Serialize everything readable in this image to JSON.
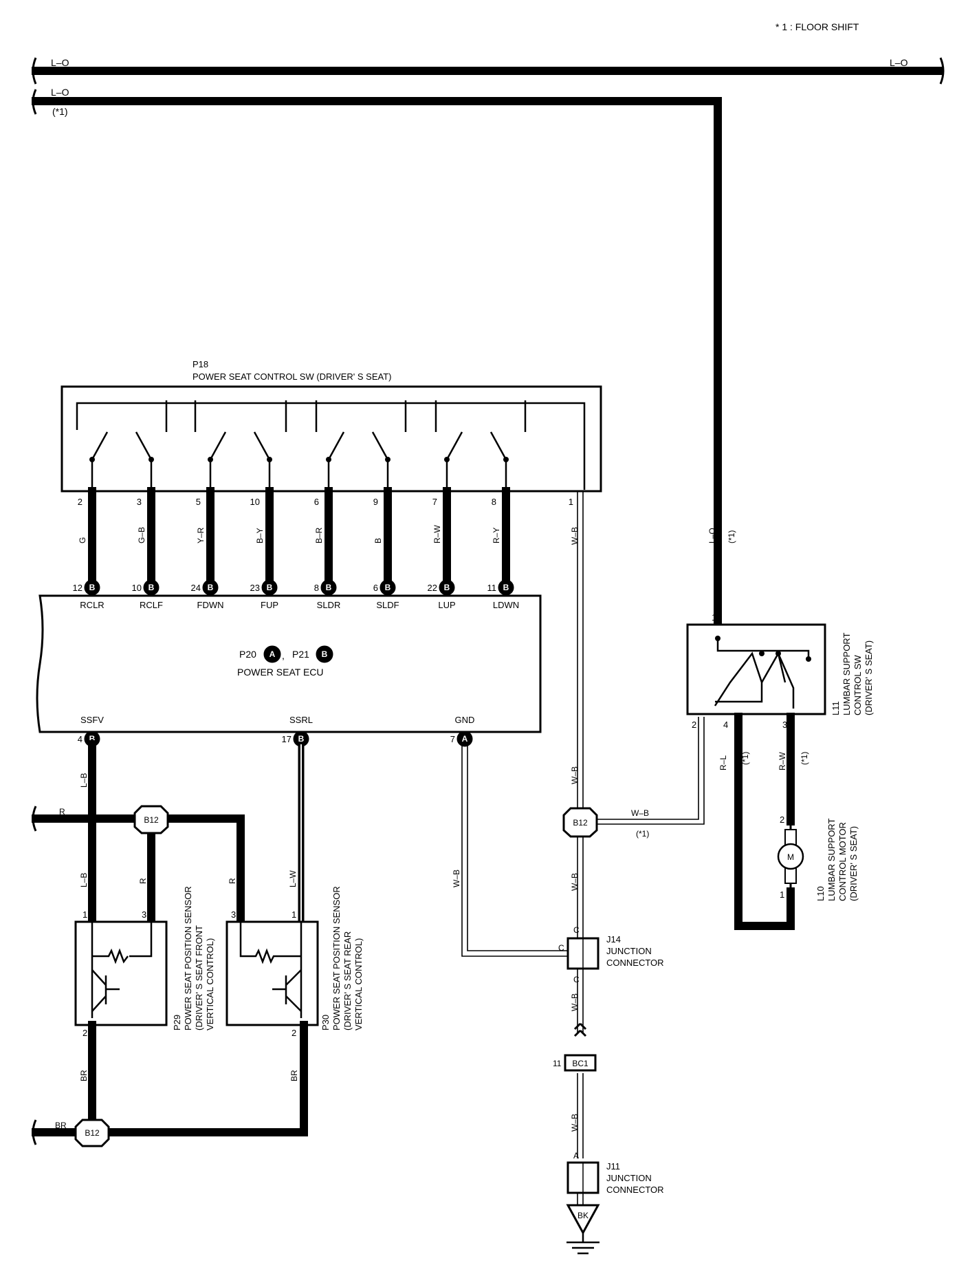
{
  "footnote": "* 1 : FLOOR SHIFT",
  "wires_top": {
    "lo_left": "L–O",
    "lo_right": "L–O",
    "lo2": "L–O",
    "star1": "(*1)"
  },
  "p18": {
    "code": "P18",
    "name": "POWER SEAT CONTROL SW (DRIVER' S SEAT)",
    "pins": [
      "2",
      "3",
      "5",
      "10",
      "6",
      "9",
      "7",
      "8",
      "1"
    ],
    "colors": [
      "G",
      "G–B",
      "Y–R",
      "B–Y",
      "B–R",
      "B",
      "R–W",
      "R–Y",
      "W–B"
    ]
  },
  "ecu": {
    "codes": "P20",
    "codes2": "P21",
    "badge_a": "A",
    "badge_b": "B",
    "comma": ",",
    "name": "POWER SEAT ECU",
    "top_pins": [
      "12",
      "10",
      "24",
      "23",
      "8",
      "6",
      "22",
      "11"
    ],
    "top_labels": [
      "RCLR",
      "RCLF",
      "FDWN",
      "FUP",
      "SLDR",
      "SLDF",
      "LUP",
      "LDWN"
    ],
    "bottom_labels": [
      "SSFV",
      "SSRL",
      "GND"
    ],
    "bottom_pins": [
      "4",
      "17",
      "7"
    ]
  },
  "l11": {
    "code": "L11",
    "line1": "LUMBAR SUPPORT",
    "line2": "CONTROL SW",
    "line3": "(DRIVER' S SEAT)",
    "pin1": "1",
    "pin2": "2",
    "pin3": "3",
    "pin4": "4",
    "wire_in": "L–O",
    "wire_in_note": "(*1)",
    "wire4": "R–L",
    "wire3": "R–W",
    "note": "(*1)"
  },
  "l10": {
    "code": "L10",
    "line1": "LUMBAR SUPPORT",
    "line2": "CONTROL MOTOR",
    "line3": "(DRIVER' S SEAT)",
    "pin2": "2",
    "pin1": "1",
    "motor": "M"
  },
  "b12": "B12",
  "bc1": "BC1",
  "bc1_pin": "11",
  "bk": "BK",
  "j14": {
    "code": "J14",
    "line1": "JUNCTION",
    "line2": "CONNECTOR",
    "c": "C"
  },
  "j11": {
    "code": "J11",
    "line1": "JUNCTION",
    "line2": "CONNECTOR",
    "a": "A"
  },
  "p29": {
    "code": "P29",
    "line1": "POWER SEAT POSITION SENSOR",
    "line2": "(DRIVER' S SEAT FRONT",
    "line3": "VERTICAL CONTROL)",
    "pin1": "1",
    "pin2": "2",
    "pin3": "3"
  },
  "p30": {
    "code": "P30",
    "line1": "POWER SEAT POSITION SENSOR",
    "line2": "(DRIVER' S SEAT REAR",
    "line3": "VERTICAL CONTROL)",
    "pin1": "1",
    "pin2": "2",
    "pin3": "3"
  },
  "wire_labels": {
    "lb": "L–B",
    "lb2": "L–B",
    "r": "R",
    "r2": "R",
    "r3": "R",
    "lw": "L–W",
    "br": "BR",
    "br2": "BR",
    "br3": "BR",
    "wb_gnd": "W–B",
    "wb1": "W–B",
    "wb2": "W–B",
    "wb3": "W–B",
    "wb4": "W–B",
    "wb_l11": "W–B",
    "note1": "(*1)"
  }
}
